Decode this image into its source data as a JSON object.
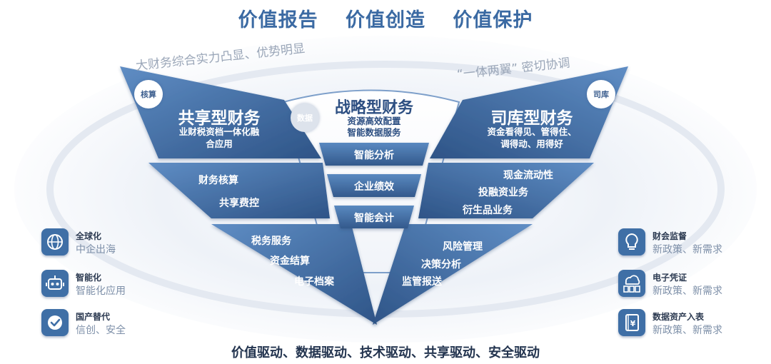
{
  "header": {
    "items": [
      "价值报告",
      "价值创造",
      "价值保护"
    ]
  },
  "slogans": {
    "left": "大财务综合实力凸显、优势明显",
    "right": "“一体两翼” 密切协调"
  },
  "center": {
    "badge": "数据",
    "title": "战略型财务",
    "sub1": "资源高效配置",
    "sub2": "智能数据服务",
    "items": [
      "智能分析",
      "企业绩效",
      "智能会计"
    ]
  },
  "left_panel": {
    "badge": "核算",
    "title": "共享型财务",
    "sub1": "业财税资档一体化融",
    "sub2": "合应用",
    "mid_items": [
      "财务核算",
      "共享费控"
    ],
    "low_items": [
      "税务服务",
      "资金结算",
      "电子档案"
    ]
  },
  "right_panel": {
    "badge": "司库",
    "title": "司库型财务",
    "sub1": "资金看得见、管得住、",
    "sub2": "调得动、用得好",
    "mid_items": [
      "现金流动性",
      "投融资业务",
      "衍生品业务"
    ],
    "low_items": [
      "风险管理",
      "决策分析",
      "监管报送"
    ]
  },
  "left_features": [
    {
      "title": "全球化",
      "sub": "中企出海",
      "icon": "globe-icon"
    },
    {
      "title": "智能化",
      "sub": "智能化应用",
      "icon": "robot-icon"
    },
    {
      "title": "国产替代",
      "sub": "信创、安全",
      "icon": "shield-check-icon"
    }
  ],
  "right_features": [
    {
      "title": "财会监督",
      "sub": "新政策、新需求",
      "icon": "lightbulb-icon"
    },
    {
      "title": "电子凭证",
      "sub": "新政策、新需求",
      "icon": "cloud-docs-icon"
    },
    {
      "title": "数据资产入表",
      "sub": "新政策、新需求",
      "icon": "yuan-book-icon"
    }
  ],
  "footer": "价值驱动、数据驱动、技术驱动、共享驱动、安全驱动",
  "colors": {
    "primary": "#3f6fa6",
    "dark": "#2e5487",
    "title": "#3b6aa3",
    "footer": "#23344f"
  }
}
